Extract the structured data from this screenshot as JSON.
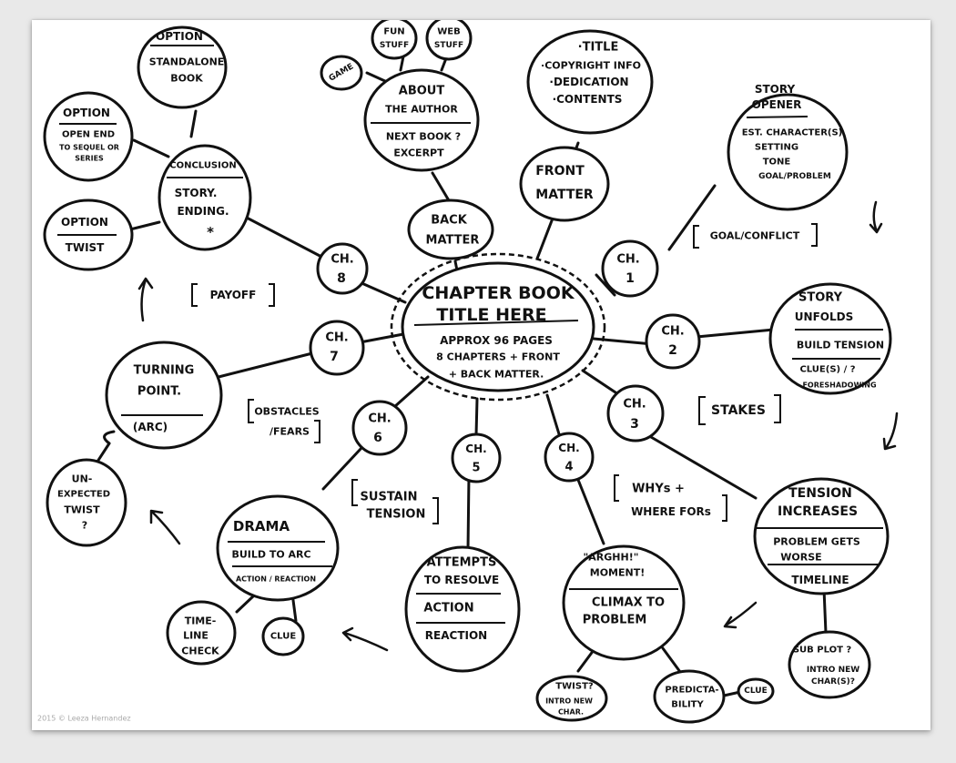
{
  "center": {
    "title_l1": "CHAPTER BOOK",
    "title_l2": "TITLE HERE",
    "note_l1": "APPROX 96 PAGES",
    "note_l2": "8 CHAPTERS + FRONT",
    "note_l3": "+ BACK MATTER."
  },
  "chapters": {
    "ch1": [
      "CH.",
      "1"
    ],
    "ch2": [
      "CH.",
      "2"
    ],
    "ch3": [
      "CH.",
      "3"
    ],
    "ch4": [
      "CH.",
      "4"
    ],
    "ch5": [
      "CH.",
      "5"
    ],
    "ch6": [
      "CH.",
      "6"
    ],
    "ch7": [
      "CH.",
      "7"
    ],
    "ch8": [
      "CH.",
      "8"
    ]
  },
  "front_matter": {
    "label": [
      "FRONT",
      "MATTER"
    ],
    "items": [
      "·TITLE",
      "·COPYRIGHT INFO",
      "·DEDICATION",
      "·CONTENTS"
    ]
  },
  "back_matter": {
    "label": [
      "BACK",
      "MATTER"
    ],
    "about": [
      "ABOUT",
      "THE AUTHOR"
    ],
    "next_book": [
      "NEXT BOOK ?",
      "EXCERPT"
    ],
    "game": "GAME",
    "fun_stuff": [
      "FUN",
      "STUFF"
    ],
    "web_stuff": [
      "WEB",
      "STUFF"
    ]
  },
  "story_opener": {
    "title": [
      "STORY",
      "OPENER"
    ],
    "items": [
      "EST. CHARACTER(S)",
      "SETTING",
      "TONE",
      "GOAL/PROBLEM"
    ]
  },
  "story_unfolds": {
    "title": [
      "STORY",
      "UNFOLDS"
    ],
    "build": "BUILD TENSION",
    "clues": [
      "CLUE(S) / ?",
      "FORESHADOWING"
    ]
  },
  "tension": {
    "title": [
      "TENSION",
      "INCREASES"
    ],
    "problem": [
      "PROBLEM GETS",
      "WORSE"
    ],
    "timeline": "TIMELINE",
    "subplot": [
      "SUB PLOT ?",
      "INTRO NEW",
      "CHAR(S)?"
    ]
  },
  "climax": {
    "moment": [
      "\"ARGHH!\"",
      "MOMENT!"
    ],
    "title": [
      "CLIMAX TO",
      "PROBLEM"
    ],
    "twist": [
      "TWIST?",
      "INTRO NEW",
      "CHAR."
    ],
    "predictability": [
      "PREDICTA-",
      "BILITY"
    ],
    "clue": "CLUE"
  },
  "attempts": {
    "title": [
      "ATTEMPTS",
      "TO RESOLVE"
    ],
    "action": "ACTION",
    "reaction": "REACTION"
  },
  "drama": {
    "title": "DRAMA",
    "build": "BUILD TO ARC",
    "action": "ACTION / REACTION",
    "timeline": [
      "TIME-",
      "LINE",
      "CHECK"
    ],
    "clue": "CLUE"
  },
  "turning_point": {
    "title": [
      "TURNING",
      "POINT."
    ],
    "arc": "(ARC)",
    "unexpected": [
      "UN-",
      "EXPECTED",
      "TWIST",
      "?"
    ]
  },
  "conclusion": {
    "title": "CONCLUSION",
    "ending": [
      "STORY.",
      "ENDING."
    ],
    "star": "*",
    "opt_standalone": [
      "OPTION",
      "STANDALONE",
      "BOOK"
    ],
    "opt_open": [
      "OPTION",
      "OPEN END",
      "TO SEQUEL OR",
      "SERIES"
    ],
    "opt_twist": [
      "OPTION",
      "TWIST"
    ]
  },
  "brackets": {
    "goal_conflict": "GOAL/CONFLICT",
    "stakes": "STAKES",
    "whys": [
      "WHYs +",
      "WHERE FORs"
    ],
    "sustain": [
      "SUSTAIN",
      "TENSION"
    ],
    "obstacles": [
      "OBSTACLES",
      "/FEARS"
    ],
    "payoff": "PAYOFF"
  },
  "credit": "2015 © Leeza Hernandez"
}
